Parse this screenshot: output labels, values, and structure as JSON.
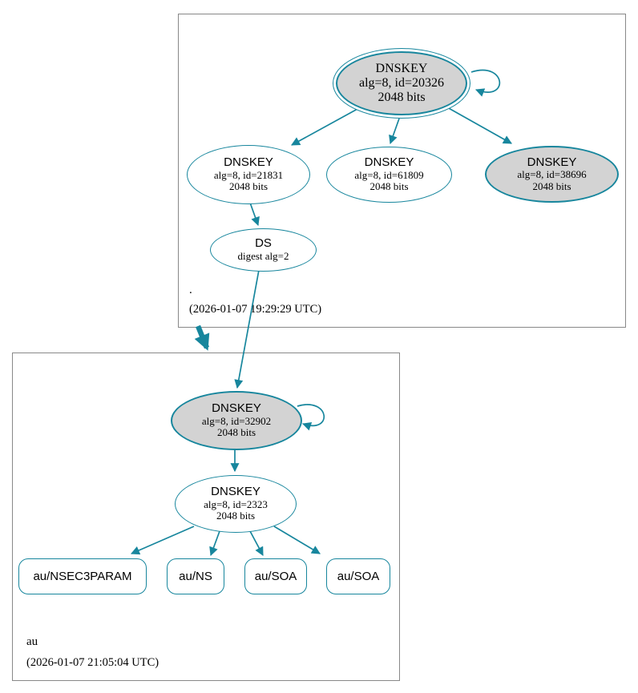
{
  "colors": {
    "edge_teal": "#17869d",
    "node_fill_gray": "#d3d3d3",
    "node_fill_white": "#ffffff",
    "zone_box_border": "#888888"
  },
  "root_zone": {
    "label": ".",
    "timestamp": "(2026-01-07 19:29:29 UTC)",
    "ksk": {
      "title": "DNSKEY",
      "detail1": "alg=8, id=20326",
      "detail2": "2048 bits"
    },
    "zsk1": {
      "title": "DNSKEY",
      "detail1": "alg=8, id=21831",
      "detail2": "2048 bits"
    },
    "zsk2": {
      "title": "DNSKEY",
      "detail1": "alg=8, id=61809",
      "detail2": "2048 bits"
    },
    "zsk3": {
      "title": "DNSKEY",
      "detail1": "alg=8, id=38696",
      "detail2": "2048 bits"
    },
    "ds": {
      "title": "DS",
      "detail1": "digest alg=2"
    }
  },
  "au_zone": {
    "label": "au",
    "timestamp": "(2026-01-07 21:05:04 UTC)",
    "ksk": {
      "title": "DNSKEY",
      "detail1": "alg=8, id=32902",
      "detail2": "2048 bits"
    },
    "zsk": {
      "title": "DNSKEY",
      "detail1": "alg=8, id=2323",
      "detail2": "2048 bits"
    },
    "rrsets": [
      {
        "label": "au/NSEC3PARAM"
      },
      {
        "label": "au/NS"
      },
      {
        "label": "au/SOA"
      },
      {
        "label": "au/SOA"
      }
    ]
  }
}
